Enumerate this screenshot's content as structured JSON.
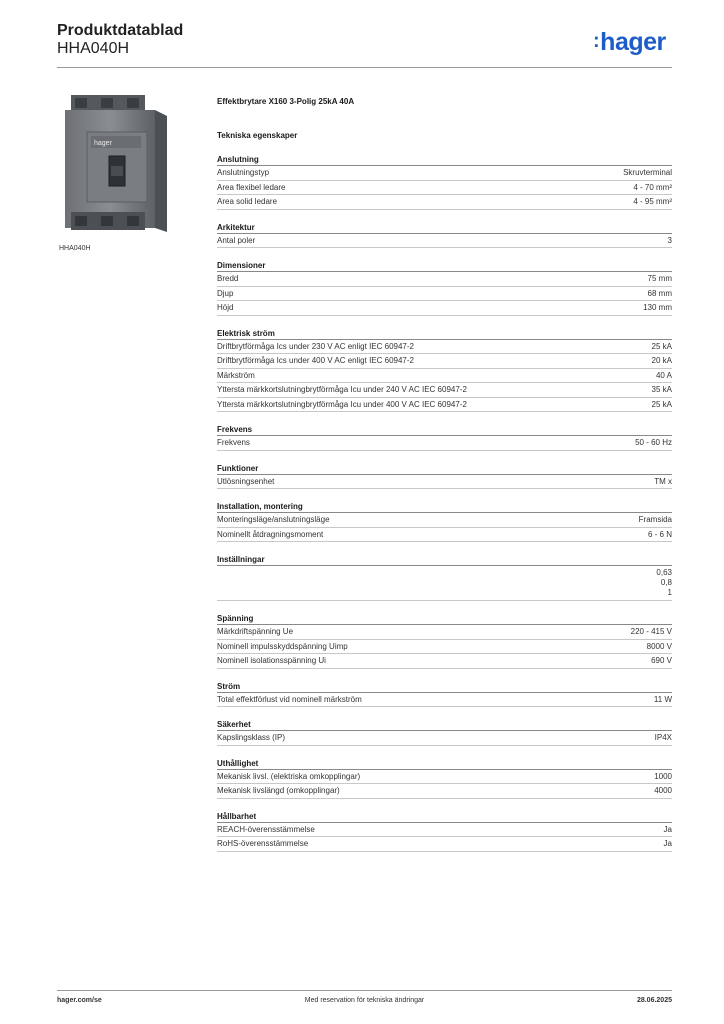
{
  "header": {
    "title": "Produktdatablad",
    "product_code": "HHA040H",
    "logo_text": "hager",
    "brand_color": "#1e5cc7"
  },
  "image": {
    "caption": "HHA040H",
    "badge_text": "hager"
  },
  "product_name": "Effektbrytare X160 3-Polig 25kA 40A",
  "properties_title": "Tekniska egenskaper",
  "sections": [
    {
      "title": "Anslutning",
      "rows": [
        {
          "label": "Anslutningstyp",
          "value": "Skruvterminal"
        },
        {
          "label": "Area flexibel ledare",
          "value": "4 - 70 mm²"
        },
        {
          "label": "Area solid ledare",
          "value": "4 - 95 mm²"
        }
      ]
    },
    {
      "title": "Arkitektur",
      "rows": [
        {
          "label": "Antal poler",
          "value": "3"
        }
      ]
    },
    {
      "title": "Dimensioner",
      "rows": [
        {
          "label": "Bredd",
          "value": "75 mm"
        },
        {
          "label": "Djup",
          "value": "68 mm"
        },
        {
          "label": "Höjd",
          "value": "130 mm"
        }
      ]
    },
    {
      "title": "Elektrisk ström",
      "rows": [
        {
          "label": "Driftbrytförmåga Ics under 230 V AC enligt IEC 60947-2",
          "value": "25 kA"
        },
        {
          "label": "Driftbrytförmåga Ics under 400 V AC enligt IEC 60947-2",
          "value": "20 kA"
        },
        {
          "label": "Märkström",
          "value": "40 A"
        },
        {
          "label": "Yttersta märkkortslutningbrytförmåga Icu under 240 V AC IEC 60947-2",
          "value": "35 kA"
        },
        {
          "label": "Yttersta märkkortslutningbrytförmåga Icu under 400 V AC IEC 60947-2",
          "value": "25 kA"
        }
      ]
    },
    {
      "title": "Frekvens",
      "rows": [
        {
          "label": "Frekvens",
          "value": "50 - 60 Hz"
        }
      ]
    },
    {
      "title": "Funktioner",
      "rows": [
        {
          "label": "Utlösningsenhet",
          "value": "TM x"
        }
      ]
    },
    {
      "title": "Installation, montering",
      "rows": [
        {
          "label": "Monteringsläge/anslutningsläge",
          "value": "Framsida"
        },
        {
          "label": "Nominellt åtdragningsmoment",
          "value": "6 - 6 N"
        }
      ]
    },
    {
      "title": "Inställningar",
      "rows": [
        {
          "label": "",
          "values": [
            "0,63",
            "0,8",
            "1"
          ]
        }
      ]
    },
    {
      "title": "Spänning",
      "rows": [
        {
          "label": "Märkdriftspänning Ue",
          "value": "220 - 415 V"
        },
        {
          "label": "Nominell impulsskyddspänning Uimp",
          "value": "8000 V"
        },
        {
          "label": "Nominell isolationsspänning Ui",
          "value": "690 V"
        }
      ]
    },
    {
      "title": "Ström",
      "rows": [
        {
          "label": "Total effektförlust vid nominell märkström",
          "value": "11 W"
        }
      ]
    },
    {
      "title": "Säkerhet",
      "rows": [
        {
          "label": "Kapslingsklass (IP)",
          "value": "IP4X"
        }
      ]
    },
    {
      "title": "Uthållighet",
      "rows": [
        {
          "label": "Mekanisk livsl. (elektriska omkopplingar)",
          "value": "1000"
        },
        {
          "label": "Mekanisk livslängd (omkopplingar)",
          "value": "4000"
        }
      ]
    },
    {
      "title": "Hållbarhet",
      "rows": [
        {
          "label": "REACH-överensstämmelse",
          "value": "Ja"
        },
        {
          "label": "RoHS-överensstämmelse",
          "value": "Ja"
        }
      ]
    }
  ],
  "footer": {
    "website": "hager.com/se",
    "disclaimer": "Med reservation för tekniska ändringar",
    "date": "28.06.2025"
  }
}
